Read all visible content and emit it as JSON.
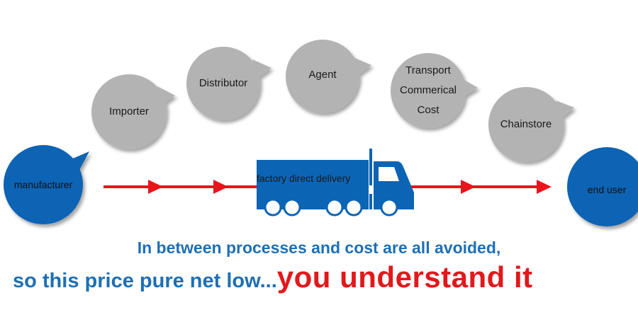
{
  "bubbles": {
    "manufacturer": "manufacturer",
    "importer": "Importer",
    "distributor": "Distributor",
    "agent": "Agent",
    "transport": [
      "Transport",
      "Commerical",
      "Cost"
    ],
    "chainstore": "Chainstore",
    "end_user": "end user"
  },
  "truck": {
    "label": "factory direct delivery"
  },
  "caption": {
    "line1": "In between processes and cost are all avoided,",
    "line2_blue": "so this price pure net low...",
    "line2_red": "you understand it"
  },
  "colors": {
    "blue": "#0b64b4",
    "gray": "#b3b3b3",
    "red_arrow": "#e8151b",
    "caption_blue": "#1f6fb2",
    "caption_red": "#e0191c"
  }
}
